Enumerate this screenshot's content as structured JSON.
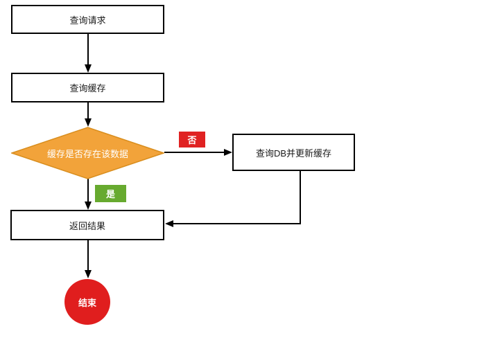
{
  "diagram": {
    "type": "flowchart",
    "nodes": {
      "query_request": {
        "label": "查询请求",
        "shape": "rectangle"
      },
      "query_cache": {
        "label": "查询缓存",
        "shape": "rectangle"
      },
      "cache_decision": {
        "label": "缓存是否存在该数据",
        "shape": "diamond"
      },
      "query_db": {
        "label": "查询DB并更新缓存",
        "shape": "rectangle"
      },
      "return_result": {
        "label": "返回结果",
        "shape": "rectangle"
      },
      "end": {
        "label": "结束",
        "shape": "circle"
      }
    },
    "edge_labels": {
      "no": "否",
      "yes": "是"
    },
    "colors": {
      "decision_fill": "#F2A33A",
      "decision_stroke": "#D98E1E",
      "no_badge": "#E02222",
      "yes_badge": "#67AA2F",
      "end_fill": "#E01E1E",
      "node_fill": "#FFFFFF",
      "node_stroke": "#000000",
      "connector_black": "#000000",
      "connector_gray": "#8C8C8C",
      "connector_dark": "#333333",
      "label_text_on_color": "#FFFFFF"
    }
  }
}
